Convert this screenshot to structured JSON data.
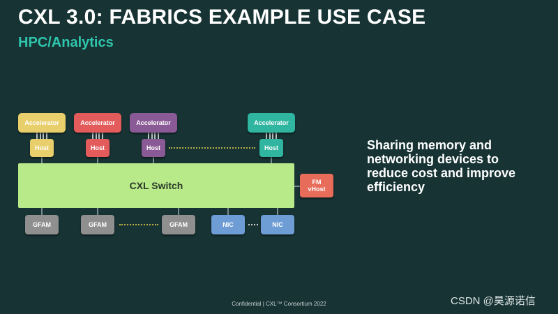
{
  "slide": {
    "title": "CXL 3.0: FABRICS EXAMPLE USE CASE",
    "subtitle": "HPC/Analytics",
    "description": "Sharing memory and networking devices to reduce cost and improve efficiency",
    "footer": "Confidential  |  CXL™ Consortium 2022",
    "watermark": "CSDN @昊源诺信"
  },
  "diagram": {
    "accelerators": [
      {
        "label": "Accelerator",
        "color": "#e8cf6b"
      },
      {
        "label": "Accelerator",
        "color": "#e35b5b"
      },
      {
        "label": "Accelerator",
        "color": "#8a5a96"
      },
      {
        "label": "Accelerator",
        "color": "#2fb5a0"
      }
    ],
    "hosts": [
      {
        "label": "Host",
        "color": "#e8cf6b"
      },
      {
        "label": "Host",
        "color": "#e35b5b"
      },
      {
        "label": "Host",
        "color": "#8a5a96"
      },
      {
        "label": "Host",
        "color": "#2fb5a0"
      }
    ],
    "switch_label": "CXL Switch",
    "fm": {
      "line1": "FM",
      "line2": "vHost"
    },
    "gfams": [
      "GFAM",
      "GFAM",
      "GFAM"
    ],
    "nics": [
      "NIC",
      "NIC"
    ]
  },
  "colors": {
    "background": "#173334",
    "accent": "#2fc6ad",
    "switch": "#b9ea89",
    "gfam": "#8f8f8f",
    "nic": "#6e9dd6",
    "fm": "#e86c5a"
  }
}
